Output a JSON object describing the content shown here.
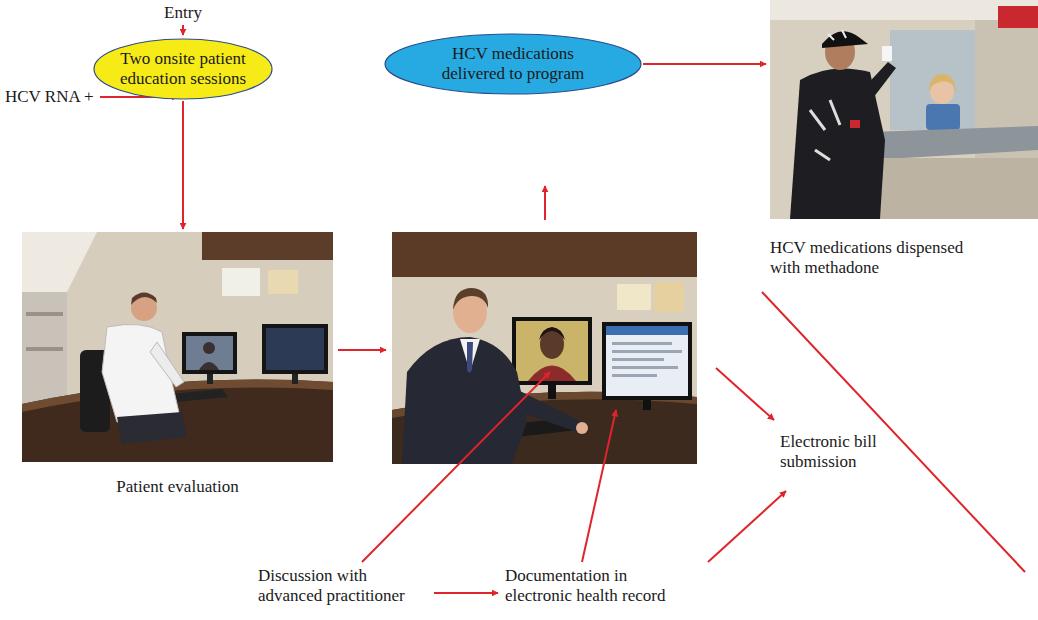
{
  "diagram": {
    "nodes": [
      {
        "text": [
          "Two onsite patient education sessions"
        ]
      },
      {
        "text": [
          "Patient evaluation"
        ]
      },
      {
        "text": [
          "HCV medications delivered to program"
        ]
      },
      {
        "text": [
          "HCV medications dispensed with methadone"
        ]
      }
    ],
    "edges": [
      {
        "from": 0,
        "to": 1,
        "arrow": "to"
      },
      {
        "from": 2,
        "to": 3,
        "arrow": "to"
      }
    ],
    "labels": [
      "Entry",
      "HCV RNA +",
      "Electronic bill submission",
      "Discussion with advanced practitioner",
      "Documentation in electronic health record"
    ]
  }
}
